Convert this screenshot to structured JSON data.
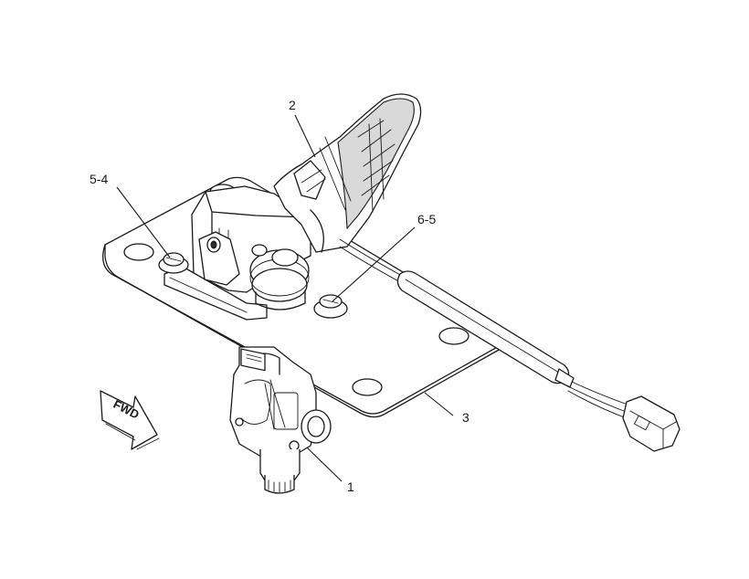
{
  "callouts": {
    "c2": "2",
    "c54": "5-4",
    "c65": "6-5",
    "c3": "3",
    "c1": "1"
  },
  "fwd_label": "FWD",
  "colors": {
    "line": "#1a1a1a",
    "background": "#ffffff",
    "shade": "#d9d9d9"
  }
}
